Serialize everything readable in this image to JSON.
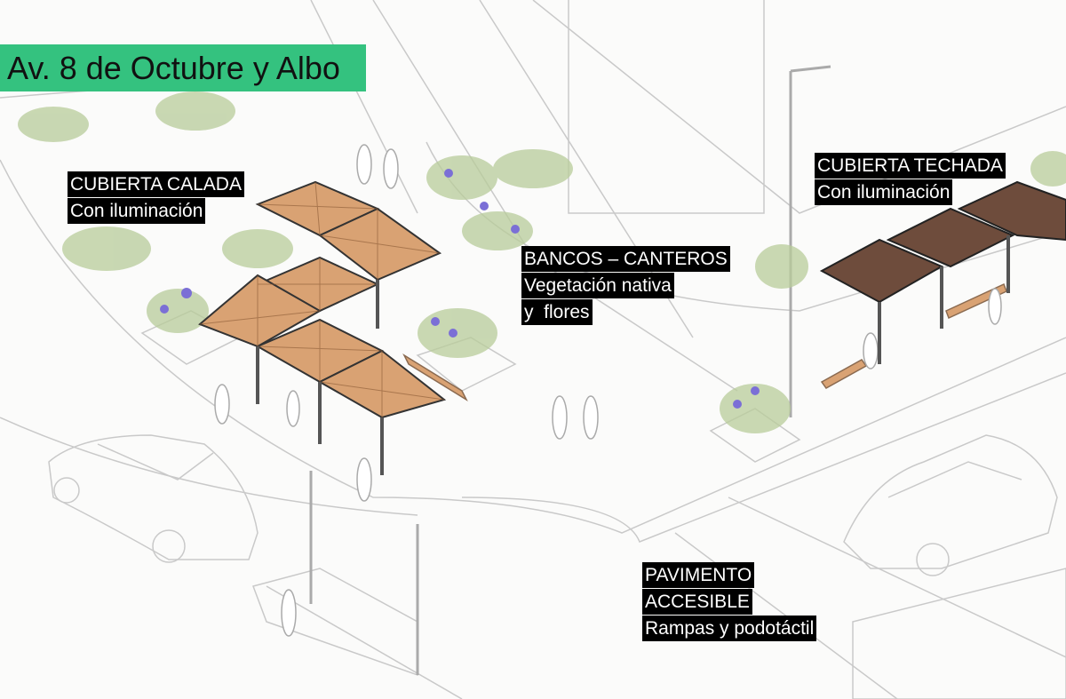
{
  "title": "Av. 8 de Octubre y Albo",
  "labels": {
    "cubierta_calada": {
      "line1": "CUBIERTA CALADA",
      "line2": "Con iluminación"
    },
    "bancos": {
      "line1": "BANCOS – CANTEROS",
      "line2": "Vegetación nativa",
      "line3": "y  flores"
    },
    "cubierta_techada": {
      "line1": "CUBIERTA TECHADA",
      "line2": "Con iluminación"
    },
    "pavimento": {
      "line1": "PAVIMENTO",
      "line2": "ACCESIBLE",
      "line3": "Rampas y podotáctil"
    }
  },
  "colors": {
    "title_bg": "#34c27f",
    "label_bg": "#000000",
    "calada": "#d9a273",
    "techada": "#6e4c3c",
    "plants": "#a9c28a",
    "flowers": "#7b6fd6"
  }
}
